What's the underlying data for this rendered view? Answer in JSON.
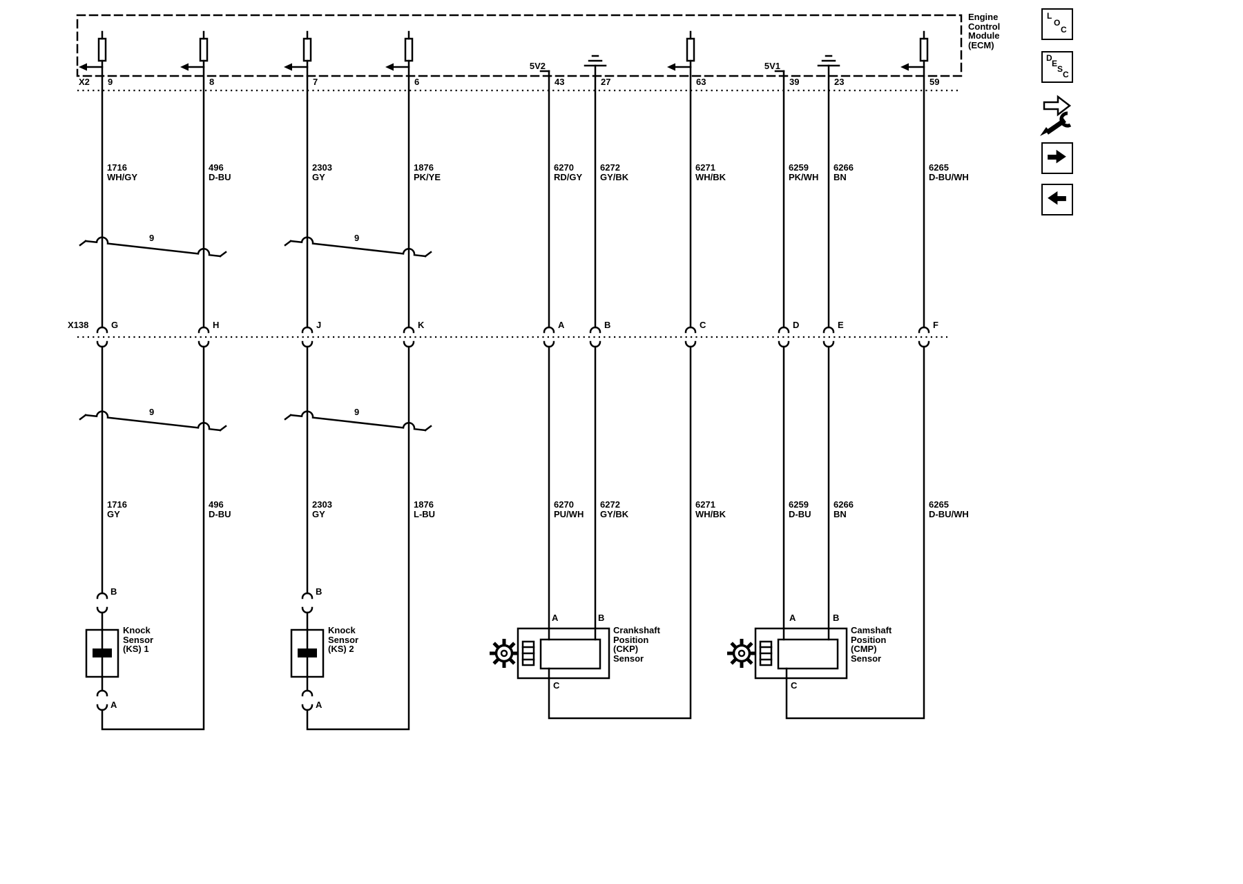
{
  "ecm": {
    "title": "Engine\nControl\nModule\n(ECM)",
    "ref_5v2": "5V2",
    "ref_5v1": "5V1"
  },
  "connector_x2": {
    "label": "X2",
    "pins": [
      "9",
      "8",
      "7",
      "6",
      "43",
      "27",
      "63",
      "39",
      "23",
      "59"
    ]
  },
  "connector_x138": {
    "label": "X138",
    "pins": [
      "G",
      "H",
      "J",
      "K",
      "A",
      "B",
      "C",
      "D",
      "E",
      "F"
    ]
  },
  "wires": [
    {
      "upper_label": "1716\nWH/GY",
      "lower_label": "1716\nGY"
    },
    {
      "upper_label": "496\nD-BU",
      "lower_label": "496\nD-BU"
    },
    {
      "upper_label": "2303\nGY",
      "lower_label": "2303\nGY"
    },
    {
      "upper_label": "1876\nPK/YE",
      "lower_label": "1876\nL-BU"
    },
    {
      "upper_label": "6270\nRD/GY",
      "lower_label": "6270\nPU/WH"
    },
    {
      "upper_label": "6272\nGY/BK",
      "lower_label": "6272\nGY/BK"
    },
    {
      "upper_label": "6271\nWH/BK",
      "lower_label": "6271\nWH/BK"
    },
    {
      "upper_label": "6259\nPK/WH",
      "lower_label": "6259\nD-BU"
    },
    {
      "upper_label": "6266\nBN",
      "lower_label": "6266\nBN"
    },
    {
      "upper_label": "6265\nD-BU/WH",
      "lower_label": "6265\nD-BU/WH"
    }
  ],
  "twists": {
    "t1": "9",
    "t2": "9",
    "t3": "9",
    "t4": "9"
  },
  "components": {
    "ks1": {
      "name": "Knock\nSensor\n(KS) 1",
      "pin_top": "B",
      "pin_bottom": "A"
    },
    "ks2": {
      "name": "Knock\nSensor\n(KS) 2",
      "pin_top": "B",
      "pin_bottom": "A"
    },
    "ckp": {
      "name": "Crankshaft\nPosition\n(CKP)\nSensor",
      "pin_a": "A",
      "pin_b": "B",
      "pin_c": "C"
    },
    "cmp": {
      "name": "Camshaft\nPosition\n(CMP)\nSensor",
      "pin_a": "A",
      "pin_b": "B",
      "pin_c": "C"
    }
  },
  "sidebar": {
    "loc": [
      "L",
      "O",
      "C"
    ],
    "desc": [
      "D",
      "E",
      "S",
      "C"
    ]
  }
}
